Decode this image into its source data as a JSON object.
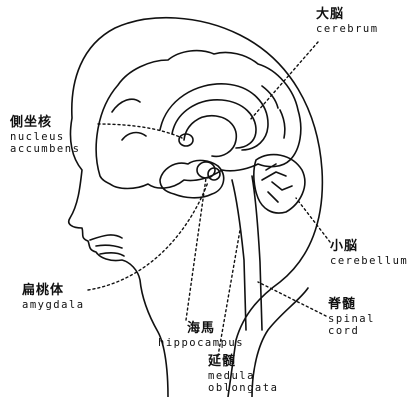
{
  "labels": {
    "cerebrum": {
      "jp": "大脳",
      "en": "cerebrum"
    },
    "nucleus_accumbens": {
      "jp": "側坐核",
      "en_1": "nucleus",
      "en_2": "accumbens"
    },
    "cerebellum": {
      "jp": "小脳",
      "en": "cerebellum"
    },
    "amygdala": {
      "jp": "扁桃体",
      "en": "amygdala"
    },
    "spinal_cord": {
      "jp": "脊髄",
      "en_1": "spinal",
      "en_2": "cord"
    },
    "hippocampus": {
      "jp": "海馬",
      "en": "hippocampus"
    },
    "medulla_oblongata": {
      "jp": "延髄",
      "en_1": "medula",
      "en_2": "oblongata"
    }
  },
  "colors": {
    "ink": "#111111",
    "paper": "#ffffff"
  }
}
